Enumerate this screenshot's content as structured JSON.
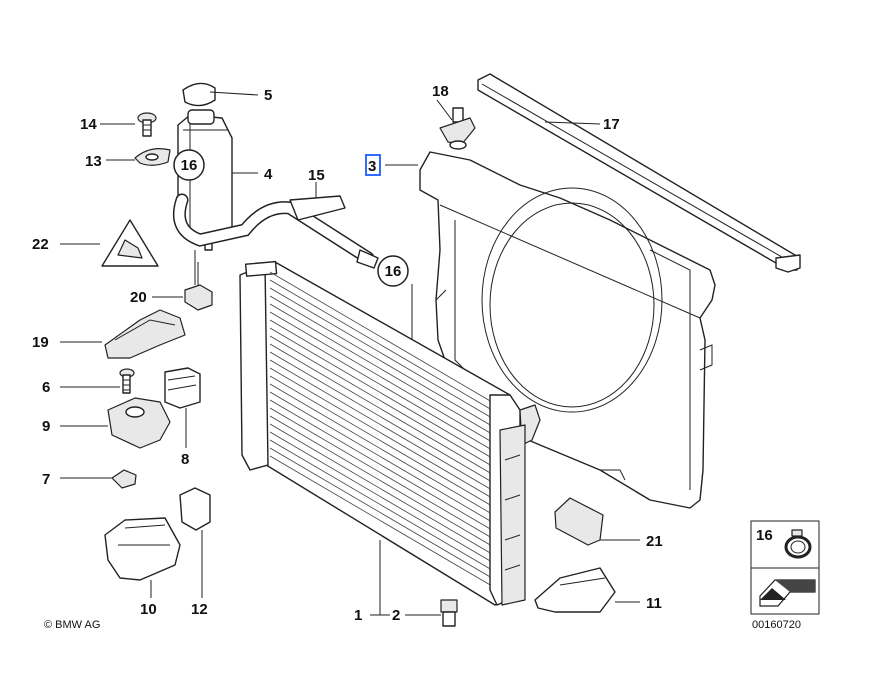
{
  "callouts": {
    "p1": "1",
    "p2": "2",
    "p3": "3",
    "p4": "4",
    "p5": "5",
    "p6": "6",
    "p7": "7",
    "p8": "8",
    "p9": "9",
    "p10": "10",
    "p11": "11",
    "p12": "12",
    "p13": "13",
    "p14": "14",
    "p15": "15",
    "p16a": "16",
    "p16b": "16",
    "p16legend": "16",
    "p17": "17",
    "p18": "18",
    "p19": "19",
    "p20": "20",
    "p21": "21",
    "p22": "22"
  },
  "copyright": "© BMW AG",
  "diagram_number": "00160720",
  "colors": {
    "line": "#222222",
    "highlight_box": "#1a5cff",
    "fill_gray": "#e8e8e8"
  }
}
